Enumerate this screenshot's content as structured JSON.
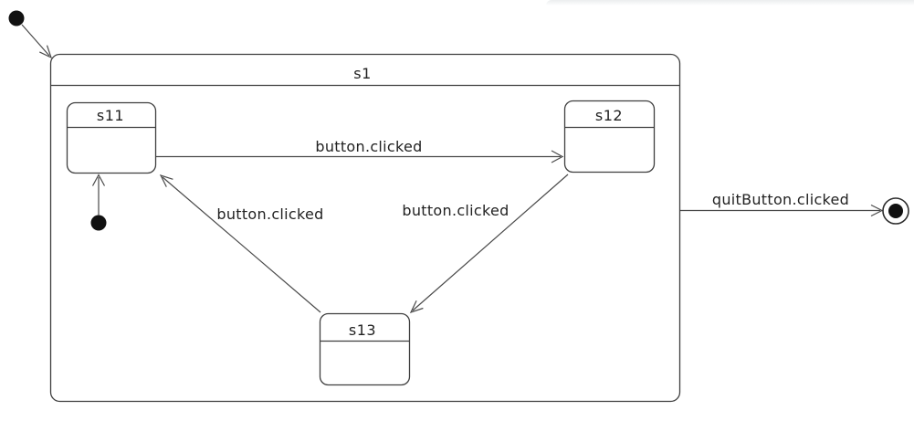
{
  "window": {
    "top_edge_color": "#eceeef"
  },
  "diagram": {
    "kind": "uml-state-machine",
    "colors": {
      "line": "#4a4a4a",
      "state_border": "#3f3f3f",
      "text": "#222222",
      "fill": "#ffffff",
      "pseudostate_fill": "#111111"
    },
    "states": {
      "s1": {
        "label": "s1",
        "kind": "composite"
      },
      "s11": {
        "label": "s11",
        "kind": "simple"
      },
      "s12": {
        "label": "s12",
        "kind": "simple"
      },
      "s13": {
        "label": "s13",
        "kind": "simple"
      }
    },
    "transitions": {
      "s11_s12": {
        "label": "button.clicked",
        "from": "s11",
        "to": "s12"
      },
      "s12_s13": {
        "label": "button.clicked",
        "from": "s12",
        "to": "s13"
      },
      "s13_s11": {
        "label": "button.clicked",
        "from": "s13",
        "to": "s11"
      },
      "s1_final": {
        "label": "quitButton.clicked",
        "from": "s1",
        "to": "final"
      }
    },
    "pseudostates": {
      "initial_outer": {
        "kind": "initial",
        "target": "s1"
      },
      "initial_inner": {
        "kind": "initial",
        "target": "s11"
      },
      "final": {
        "kind": "final"
      }
    }
  }
}
